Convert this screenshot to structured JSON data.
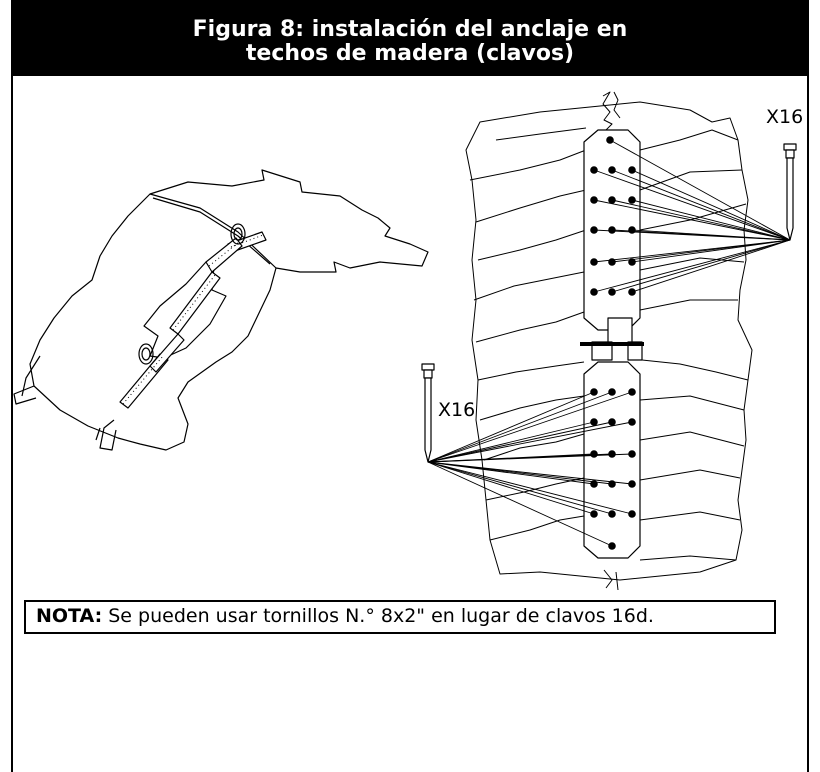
{
  "figure": {
    "title_line1": "Figura 8: instalación del anclaje en",
    "title_line2": "techos de madera (clavos)"
  },
  "callouts": {
    "upper_nail_qty": "X16",
    "lower_nail_qty": "X16"
  },
  "note": {
    "label": "NOTA:",
    "text": " Se pueden usar tornillos N.° 8x2\" en lugar de clavos 16d."
  },
  "colors": {
    "header_bg": "#000000",
    "header_text": "#ffffff",
    "line": "#000000",
    "background": "#ffffff"
  }
}
